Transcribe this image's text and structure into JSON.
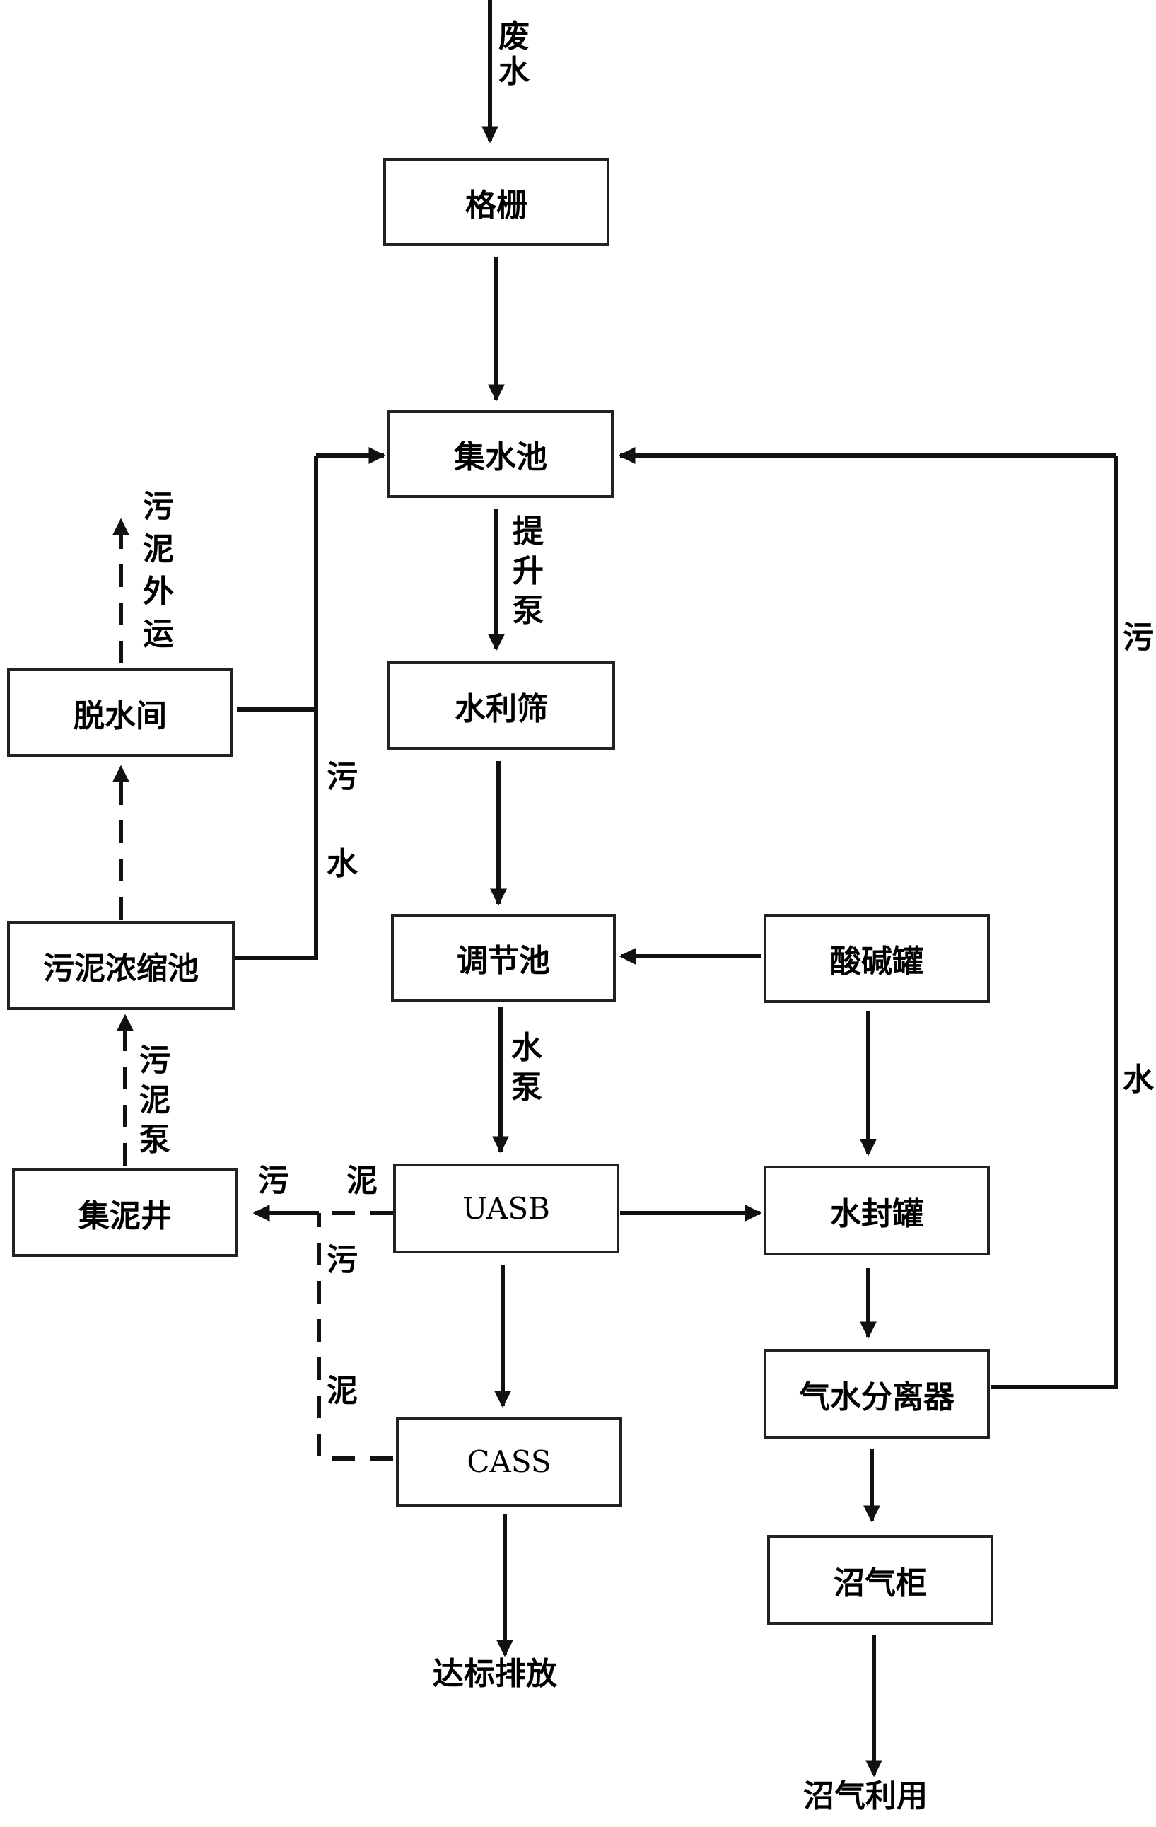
{
  "nodes": {
    "grid": "格栅",
    "collection_tank": "集水池",
    "hydro_screen": "水利筛",
    "equalization_tank": "调节池",
    "acid_base_tank": "酸碱罐",
    "uasb": "UASB",
    "water_seal_tank": "水封罐",
    "sludge_well": "集泥井",
    "sludge_thickener": "污泥浓缩池",
    "dewatering_room": "脱水间",
    "cass": "CASS",
    "gas_water_separator": "气水分离器",
    "biogas_holder": "沼气柜"
  },
  "labels": {
    "wastewater_in": [
      "废",
      "水"
    ],
    "lift_pump": [
      "提",
      "升",
      "泵"
    ],
    "water_pump": [
      "水",
      "泵"
    ],
    "sludge_out": [
      "污",
      "泥",
      "外",
      "运"
    ],
    "sludge_pump": [
      "污",
      "泥",
      "泵"
    ],
    "sewage_left_wu": "污",
    "sewage_left_shui": "水",
    "sewage_right_wu": "污",
    "sewage_right_shui": "水",
    "uasb_sludge_wu": "污",
    "uasb_sludge_ni": "泥",
    "cass_sludge_wu": "污",
    "cass_sludge_ni": "泥",
    "discharge": "达标排放",
    "biogas_use": "沼气利用"
  }
}
